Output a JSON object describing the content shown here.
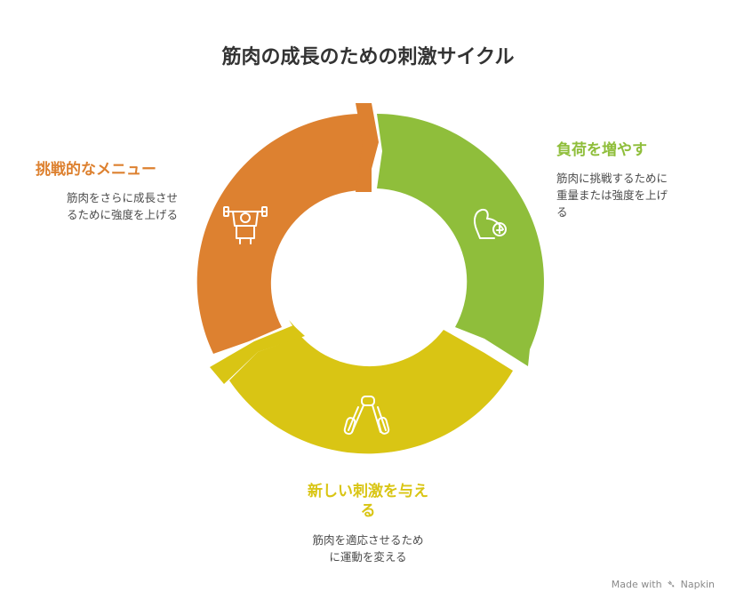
{
  "title": "筋肉の成長のための刺激サイクル",
  "colors": {
    "green": "#8fbe3b",
    "yellow": "#d9c514",
    "orange": "#dd8130"
  },
  "steps": [
    {
      "label": "負荷を増やす",
      "description": [
        "筋肉に挑戦するために",
        "重量または強度を上げ",
        "る"
      ],
      "icon": "flexed-arm-weight-icon"
    },
    {
      "label": [
        "新しい刺激を与え",
        "る"
      ],
      "description": [
        "筋肉を適応させるため",
        "に運動を変える"
      ],
      "icon": "hand-grip-icon"
    },
    {
      "label": "挑戦的なメニュー",
      "description": [
        "筋肉をさらに成長させ",
        "るために強度を上げる"
      ],
      "icon": "overhead-press-icon"
    }
  ],
  "footer": {
    "made_with": "Made with",
    "brand": "Napkin"
  }
}
